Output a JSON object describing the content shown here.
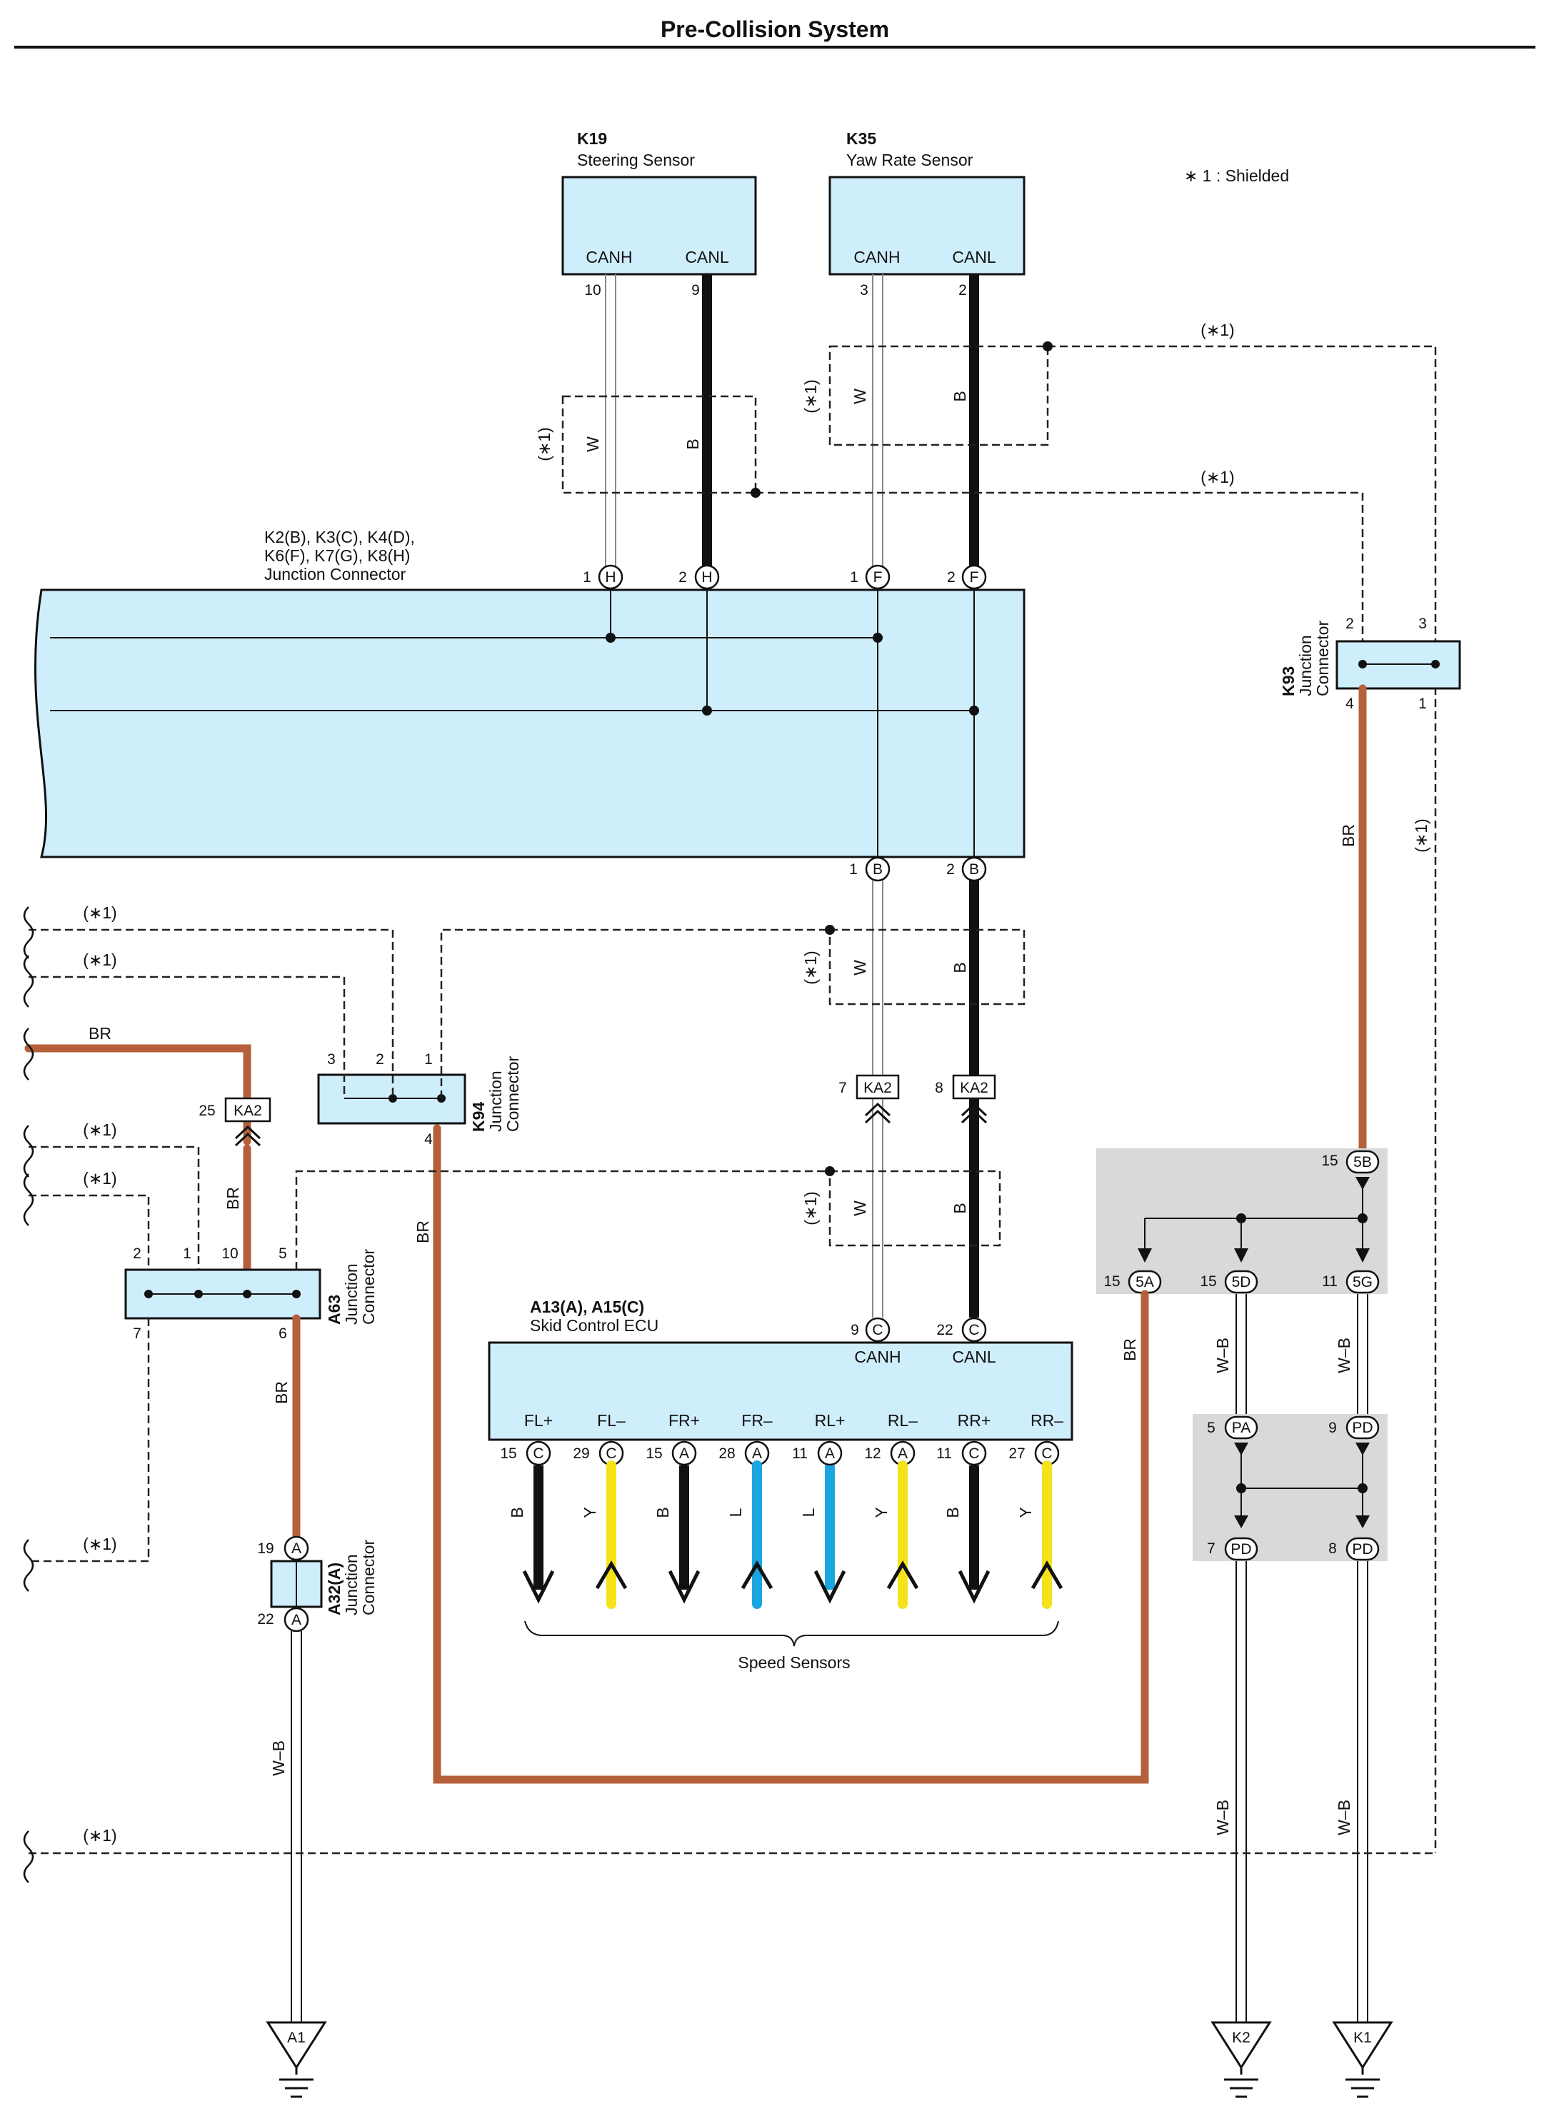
{
  "title": "Pre-Collision System",
  "note": "∗ 1 : Shielded",
  "shield_label": "(∗1)",
  "components": {
    "k19": {
      "code": "K19",
      "name": "Steering Sensor",
      "canh": "CANH",
      "canl": "CANL",
      "pin_h": "10",
      "pin_l": "9"
    },
    "k35": {
      "code": "K35",
      "name": "Yaw Rate Sensor",
      "canh": "CANH",
      "canl": "CANL",
      "pin_h": "3",
      "pin_l": "2"
    },
    "jc_main": {
      "line1": "K2(B), K3(C), K4(D),",
      "line2": "K6(F), K7(G), K8(H)",
      "name": "Junction Connector"
    },
    "k93": {
      "code": "K93",
      "line1": "Junction",
      "line2": "Connector"
    },
    "k94": {
      "code": "K94",
      "line1": "Junction",
      "line2": "Connector"
    },
    "a63": {
      "code": "A63",
      "line1": "Junction",
      "line2": "Connector"
    },
    "a32": {
      "code": "A32(A)",
      "line1": "Junction",
      "line2": "Connector"
    },
    "ecu": {
      "code": "A13(A), A15(C)",
      "name": "Skid Control ECU",
      "canh": "CANH",
      "canl": "CANL",
      "terminals": [
        "FL+",
        "FL–",
        "FR+",
        "FR–",
        "RL+",
        "RL–",
        "RR+",
        "RR–"
      ],
      "pins": [
        "15",
        "29",
        "15",
        "28",
        "11",
        "12",
        "11",
        "27"
      ],
      "pin_letters": [
        "C",
        "C",
        "A",
        "A",
        "A",
        "A",
        "C",
        "C"
      ],
      "wire_colors": [
        "B",
        "Y",
        "B",
        "L",
        "L",
        "Y",
        "B",
        "Y"
      ]
    },
    "speed_sensors": "Speed Sensors"
  },
  "wires": {
    "W": "W",
    "B": "B",
    "BR": "BR",
    "WB": "W–B"
  },
  "connectors": {
    "H": "H",
    "F": "F",
    "B": "B",
    "C": "C",
    "A": "A",
    "KA2": "KA2",
    "5A": "5A",
    "5B": "5B",
    "5D": "5D",
    "5G": "5G",
    "PA": "PA",
    "PD": "PD"
  },
  "grounds": [
    "A1",
    "K2",
    "K1"
  ],
  "colors": {
    "component": "#cfeefb",
    "brown": "#b5603a",
    "yellow": "#f5e21b",
    "blue": "#19a6e0",
    "black": "#111111",
    "gray_zone": "#d9d9d9"
  }
}
